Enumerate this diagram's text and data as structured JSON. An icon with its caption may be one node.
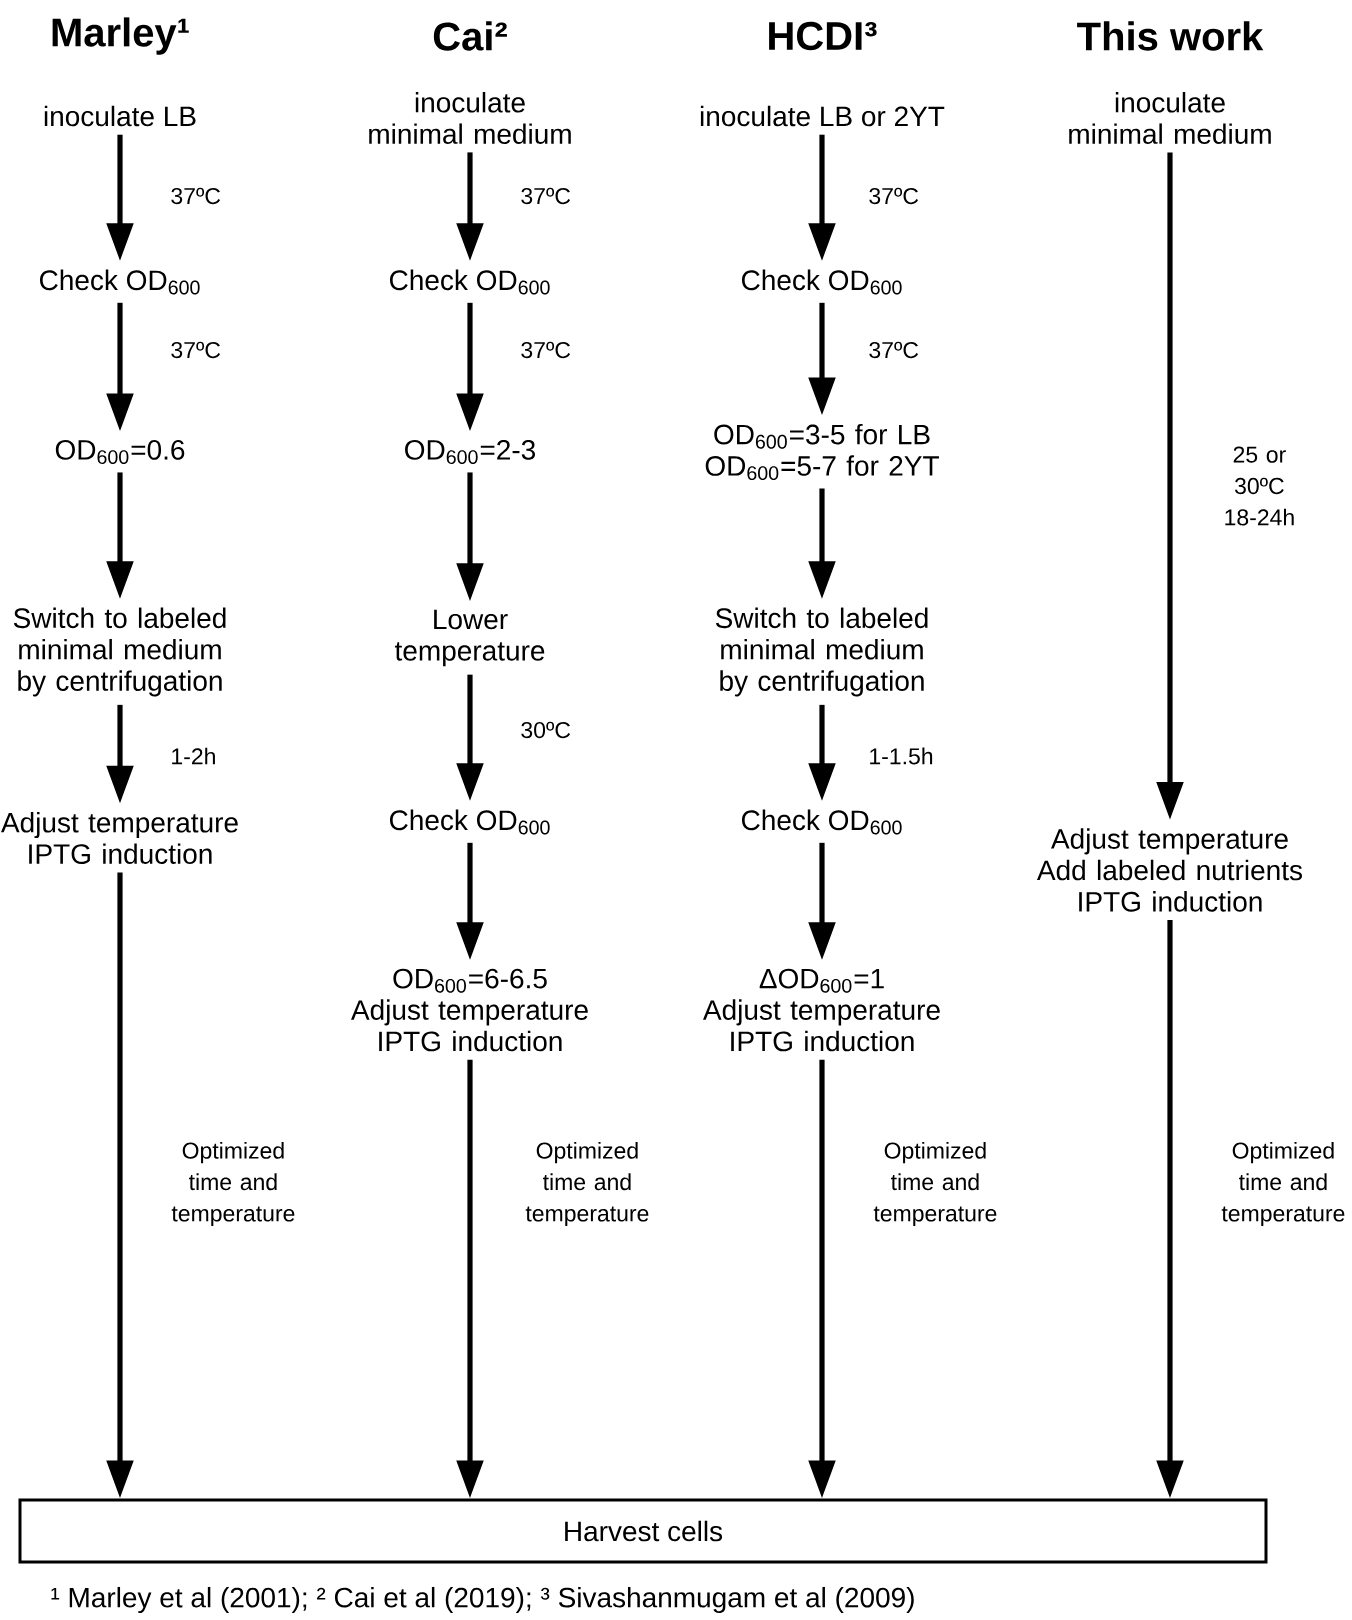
{
  "diagram": {
    "nodes": [
      {
        "text": [
          "inoculate LB"
        ]
      },
      {
        "text": [
          "Check OD$_{600}$"
        ]
      },
      {
        "text": [
          "OD$_{600}$=0.6"
        ]
      },
      {
        "text": [
          "Switch to labeled minimal medium by centrifugation"
        ]
      },
      {
        "text": [
          "Adjust temperature IPTG induction"
        ]
      },
      {
        "text": [
          "inoculate minimal medium"
        ]
      },
      {
        "text": [
          "Check OD$_{600}$"
        ]
      },
      {
        "text": [
          "OD$_{600}$=2-3"
        ]
      },
      {
        "text": [
          "Lower temperature"
        ]
      },
      {
        "text": [
          "Check OD$_{600}$"
        ]
      },
      {
        "text": [
          "OD$_{600}$=6-6.5",
          "Adjust temperature IPTG induction"
        ]
      },
      {
        "text": [
          "inoculate LB or 2YT"
        ]
      },
      {
        "text": [
          "Check OD$_{600}$"
        ]
      },
      {
        "text": [
          "OD$_{600}$=3-5 for LB OD$_{600}$=5-7 for 2YT"
        ]
      },
      {
        "text": [
          "Switch to labeled minimal medium by centrifugation"
        ]
      },
      {
        "text": [
          "Check OD$_{600}$"
        ]
      },
      {
        "text": [
          "ΔOD$_{600}$=1",
          "Adjust temperature IPTG induction"
        ]
      },
      {
        "text": [
          "inoculate minimal medium"
        ]
      },
      {
        "text": [
          "Adjust temperature Add labeled nutrients IPTG induction"
        ]
      },
      {
        "text": [
          "Harvest cells"
        ]
      }
    ],
    "edges": [
      {
        "from": 0,
        "to": 1,
        "arrow": "to",
        "label": "37ºC"
      },
      {
        "from": 1,
        "to": 2,
        "arrow": "to",
        "label": "37ºC"
      },
      {
        "from": 2,
        "to": 3,
        "arrow": "to"
      },
      {
        "from": 3,
        "to": 4,
        "arrow": "to",
        "label": "1-2h"
      },
      {
        "from": 4,
        "to": 19,
        "arrow": "to",
        "label": "Optimized time and temperature"
      },
      {
        "from": 5,
        "to": 6,
        "arrow": "to",
        "label": "37ºC"
      },
      {
        "from": 6,
        "to": 7,
        "arrow": "to",
        "label": "37ºC"
      },
      {
        "from": 7,
        "to": 8,
        "arrow": "to"
      },
      {
        "from": 8,
        "to": 9,
        "arrow": "to",
        "label": "30ºC"
      },
      {
        "from": 9,
        "to": 10,
        "arrow": "to"
      },
      {
        "from": 10,
        "to": 19,
        "arrow": "to",
        "label": "Optimized time and temperature"
      },
      {
        "from": 11,
        "to": 12,
        "arrow": "to",
        "label": "37ºC"
      },
      {
        "from": 12,
        "to": 13,
        "arrow": "to",
        "label": "37ºC"
      },
      {
        "from": 13,
        "to": 14,
        "arrow": "to"
      },
      {
        "from": 14,
        "to": 15,
        "arrow": "to",
        "label": "1-1.5h"
      },
      {
        "from": 15,
        "to": 16,
        "arrow": "to"
      },
      {
        "from": 16,
        "to": 19,
        "arrow": "to",
        "label": "Optimized time and temperature"
      },
      {
        "from": 17,
        "to": 18,
        "arrow": "to",
        "label": "25 or 30ºC 18-24h"
      },
      {
        "from": 18,
        "to": 19,
        "arrow": "to",
        "label": "Optimized time and temperature"
      }
    ],
    "labels": [
      "Marley¹",
      "Cai²",
      "HCDI³",
      "This work",
      "¹ Marley et al (2001); ² Cai et al (2019); ³ Sivashanmugam et al (2009)"
    ]
  }
}
